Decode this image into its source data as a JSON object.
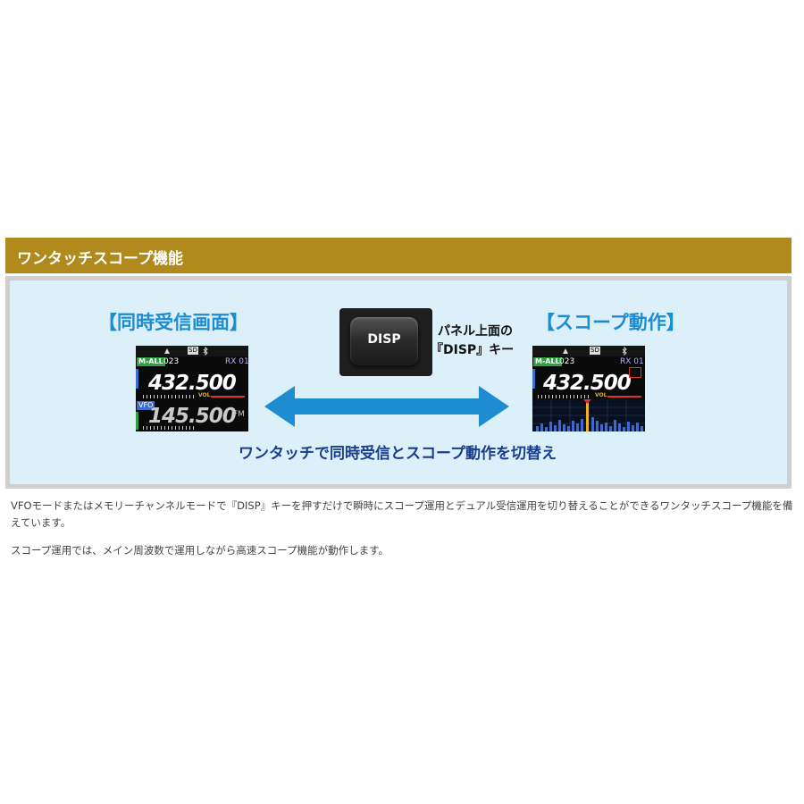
{
  "header": {
    "title": "ワンタッチスコープ機能"
  },
  "left_section": {
    "title": "【同時受信画面】",
    "screen": {
      "tag": "M-ALL",
      "channel": "023",
      "sd": "SD",
      "rx": "RX 01",
      "main_freq": "432.500",
      "vol": "VOL",
      "sub_tag": "VFO",
      "sub_freq": "145.500",
      "sub_mode": "FM"
    }
  },
  "right_section": {
    "title": "【スコープ動作】",
    "screen": {
      "tag": "M-ALL",
      "channel": "023",
      "sd": "SD",
      "rx": "RX 01",
      "main_freq": "432.500",
      "vol": "VOL"
    }
  },
  "disp_key": {
    "label": "DISP",
    "caption_line1": "パネル上面の",
    "caption_line2": "『DISP』キー"
  },
  "caption": "ワンタッチで同時受信とスコープ動作を切替え",
  "paragraphs": [
    "VFOモードまたはメモリーチャンネルモードで『DISP』キーを押すだけで瞬時にスコープ運用とデュアル受信運用を切り替えることができるワンタッチスコープ機能を備えています。",
    "スコープ運用では、メイン周波数で運用しながら高速スコープ機能が動作します。"
  ],
  "colors": {
    "header": "#b08a1c",
    "panel_bg": "#dcf0fa",
    "section_title": "#1e8cd0",
    "caption": "#1a3e8c",
    "arrow": "#1e8cd0"
  },
  "icons": [
    "gps-icon",
    "bluetooth-icon",
    "double-arrow-icon"
  ]
}
